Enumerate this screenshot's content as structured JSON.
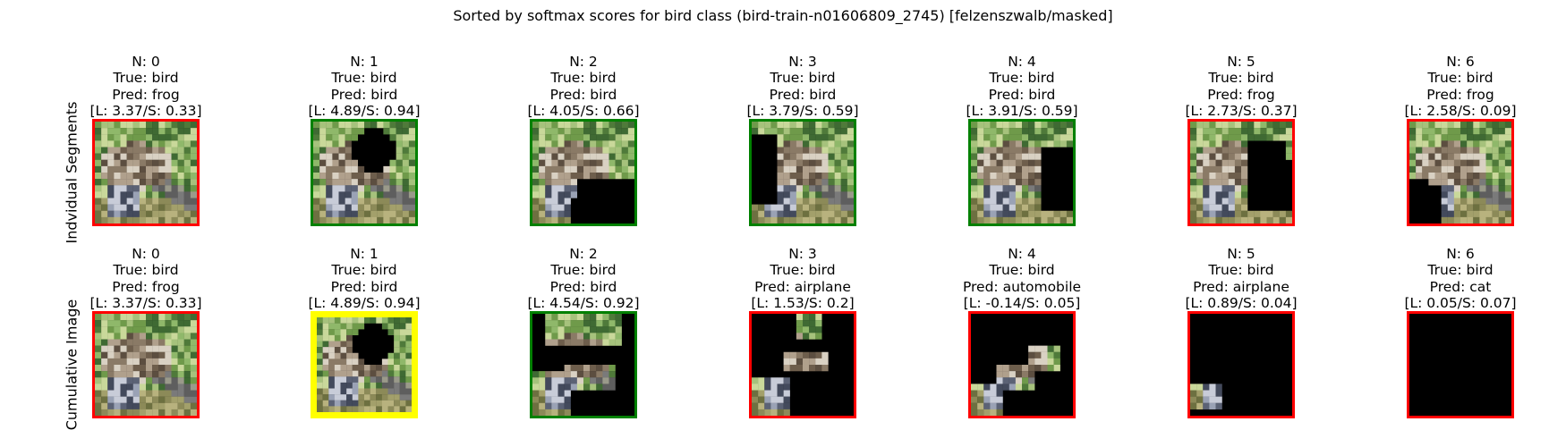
{
  "title": "Sorted by softmax scores for bird class (bird-train-n01606809_2745) [felzenszwalb/masked]",
  "row_labels": [
    "Indvidual Segments",
    "Cumulative Image"
  ],
  "colors": {
    "correct": "#008000",
    "incorrect": "#ff0000",
    "highlight": "#ffff00"
  },
  "chart_data": {
    "type": "image-grid",
    "title": "Sorted by softmax scores for bird class (bird-train-n01606809_2745) [felzenszwalb/masked]",
    "rows": [
      {
        "label": "Indvidual Segments",
        "cells": [
          {
            "n": "N: 0",
            "true": "True: bird",
            "pred": "Pred: frog",
            "score": "[L: 3.37/S: 0.33]",
            "border": "incorrect",
            "mask": "none"
          },
          {
            "n": "N: 1",
            "true": "True: bird",
            "pred": "Pred: bird",
            "score": "[L: 4.89/S: 0.94]",
            "border": "correct",
            "mask": "dark-blob-top-right"
          },
          {
            "n": "N: 2",
            "true": "True: bird",
            "pred": "Pred: bird",
            "score": "[L: 4.05/S: 0.66]",
            "border": "correct",
            "mask": "bottom-right-black"
          },
          {
            "n": "N: 3",
            "true": "True: bird",
            "pred": "Pred: bird",
            "score": "[L: 3.79/S: 0.59]",
            "border": "correct",
            "mask": "left-black"
          },
          {
            "n": "N: 4",
            "true": "True: bird",
            "pred": "Pred: bird",
            "score": "[L: 3.91/S: 0.59]",
            "border": "correct",
            "mask": "right-black"
          },
          {
            "n": "N: 5",
            "true": "True: bird",
            "pred": "Pred: frog",
            "score": "[L: 2.73/S: 0.37]",
            "border": "incorrect",
            "mask": "right-mid-black"
          },
          {
            "n": "N: 6",
            "true": "True: bird",
            "pred": "Pred: frog",
            "score": "[L: 2.58/S: 0.09]",
            "border": "incorrect",
            "mask": "bottom-left-black"
          }
        ]
      },
      {
        "label": "Cumulative Image",
        "cells": [
          {
            "n": "N: 0",
            "true": "True: bird",
            "pred": "Pred: frog",
            "score": "[L: 3.37/S: 0.33]",
            "border": "incorrect",
            "mask": "none"
          },
          {
            "n": "N: 1",
            "true": "True: bird",
            "pred": "Pred: bird",
            "score": "[L: 4.89/S: 0.94]",
            "border": "highlight",
            "mask": "dark-blob-top-right"
          },
          {
            "n": "N: 2",
            "true": "True: bird",
            "pred": "Pred: bird",
            "score": "[L: 4.54/S: 0.92]",
            "border": "correct",
            "mask": "mostly-black-bottom"
          },
          {
            "n": "N: 3",
            "true": "True: bird",
            "pred": "Pred: airplane",
            "score": "[L: 1.53/S: 0.2]",
            "border": "incorrect",
            "mask": "mostly-black"
          },
          {
            "n": "N: 4",
            "true": "True: bird",
            "pred": "Pred: automobile",
            "score": "[L: -0.14/S: 0.05]",
            "border": "incorrect",
            "mask": "few-patches"
          },
          {
            "n": "N: 5",
            "true": "True: bird",
            "pred": "Pred: airplane",
            "score": "[L: 0.89/S: 0.04]",
            "border": "incorrect",
            "mask": "tiny-patch"
          },
          {
            "n": "N: 6",
            "true": "True: bird",
            "pred": "Pred: cat",
            "score": "[L: 0.05/S: 0.07]",
            "border": "incorrect",
            "mask": "all-black"
          }
        ]
      }
    ]
  }
}
